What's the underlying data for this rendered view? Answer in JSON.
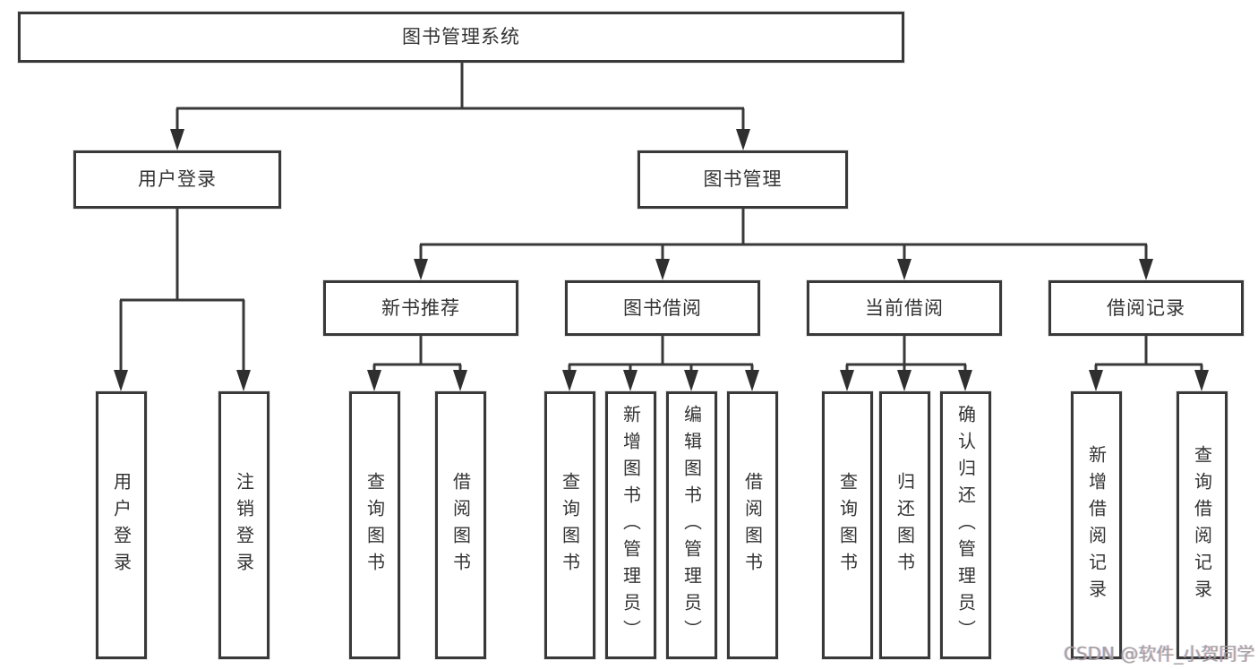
{
  "diagram": {
    "root": {
      "label": "图书管理系统",
      "children": [
        {
          "label": "用户登录",
          "children": [
            {
              "label": "用户登录"
            },
            {
              "label": "注销登录"
            }
          ]
        },
        {
          "label": "图书管理",
          "children": [
            {
              "label": "新书推荐",
              "children": [
                {
                  "label": "查询图书"
                },
                {
                  "label": "借阅图书"
                }
              ]
            },
            {
              "label": "图书借阅",
              "children": [
                {
                  "label": "查询图书"
                },
                {
                  "label": "新增图书（管理员）"
                },
                {
                  "label": "编辑图书（管理员）"
                },
                {
                  "label": "借阅图书"
                }
              ]
            },
            {
              "label": "当前借阅",
              "children": [
                {
                  "label": "查询图书"
                },
                {
                  "label": "归还图书"
                },
                {
                  "label": "确认归还（管理员）"
                }
              ]
            },
            {
              "label": "借阅记录",
              "children": [
                {
                  "label": "新增借阅记录"
                },
                {
                  "label": "查询借阅记录"
                }
              ]
            }
          ]
        }
      ]
    }
  },
  "watermark": {
    "text": "CSDN @软件_小贺同学"
  },
  "colors": {
    "line": "#393939",
    "box_border": "#393939",
    "text": "#333333",
    "background": "#ffffff",
    "watermark": "#9e9e9e"
  }
}
